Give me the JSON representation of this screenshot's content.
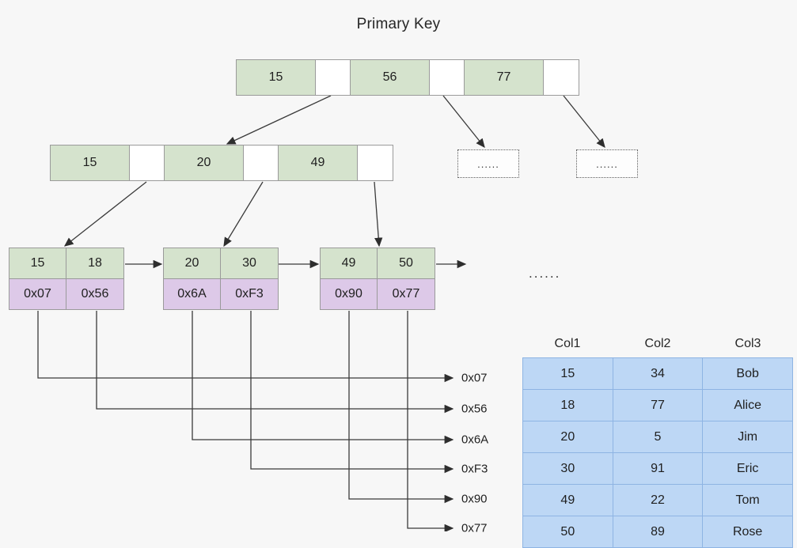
{
  "title": "Primary Key",
  "colors": {
    "background": "#f7f7f7",
    "key_cell": "#d5e3cd",
    "pointer_cell": "#ddc9e8",
    "table_row": "#bdd7f5",
    "table_border": "#8eb4e3",
    "node_border": "#9a9a9a",
    "wire": "#3a3a3a"
  },
  "root": {
    "cells": [
      {
        "type": "key",
        "label": "15"
      },
      {
        "type": "pointer",
        "label": ""
      },
      {
        "type": "key",
        "label": "56"
      },
      {
        "type": "pointer",
        "label": ""
      },
      {
        "type": "key",
        "label": "77"
      },
      {
        "type": "pointer",
        "label": ""
      }
    ]
  },
  "internal": {
    "cells": [
      {
        "type": "key",
        "label": "15"
      },
      {
        "type": "pointer",
        "label": ""
      },
      {
        "type": "key",
        "label": "20"
      },
      {
        "type": "pointer",
        "label": ""
      },
      {
        "type": "key",
        "label": "49"
      },
      {
        "type": "pointer",
        "label": ""
      }
    ]
  },
  "leaves": [
    {
      "keys": [
        "15",
        "18"
      ],
      "pointers": [
        "0x07",
        "0x56"
      ]
    },
    {
      "keys": [
        "20",
        "30"
      ],
      "pointers": [
        "0x6A",
        "0xF3"
      ]
    },
    {
      "keys": [
        "49",
        "50"
      ],
      "pointers": [
        "0x90",
        "0x77"
      ]
    }
  ],
  "placeholders": [
    {
      "label": "......"
    },
    {
      "label": "......"
    }
  ],
  "mid_ellipsis": "......",
  "addresses": [
    "0x07",
    "0x56",
    "0x6A",
    "0xF3",
    "0x90",
    "0x77"
  ],
  "table": {
    "headers": [
      "Col1",
      "Col2",
      "Col3"
    ],
    "rows": [
      [
        "15",
        "34",
        "Bob"
      ],
      [
        "18",
        "77",
        "Alice"
      ],
      [
        "20",
        "5",
        "Jim"
      ],
      [
        "30",
        "91",
        "Eric"
      ],
      [
        "49",
        "22",
        "Tom"
      ],
      [
        "50",
        "89",
        "Rose"
      ]
    ]
  }
}
